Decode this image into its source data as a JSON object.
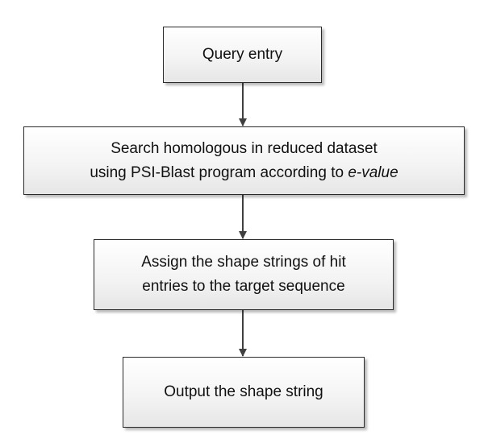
{
  "flowchart": {
    "steps": [
      {
        "lines": [
          "Query entry"
        ]
      },
      {
        "lines": [
          "Search homologous in reduced dataset",
          "using PSI-Blast program according to "
        ],
        "emphasis": "e-value"
      },
      {
        "lines": [
          "Assign the shape strings of hit",
          "entries to the target sequence"
        ]
      },
      {
        "lines": [
          "Output the shape string"
        ]
      }
    ],
    "arrow_color": "#404040"
  }
}
